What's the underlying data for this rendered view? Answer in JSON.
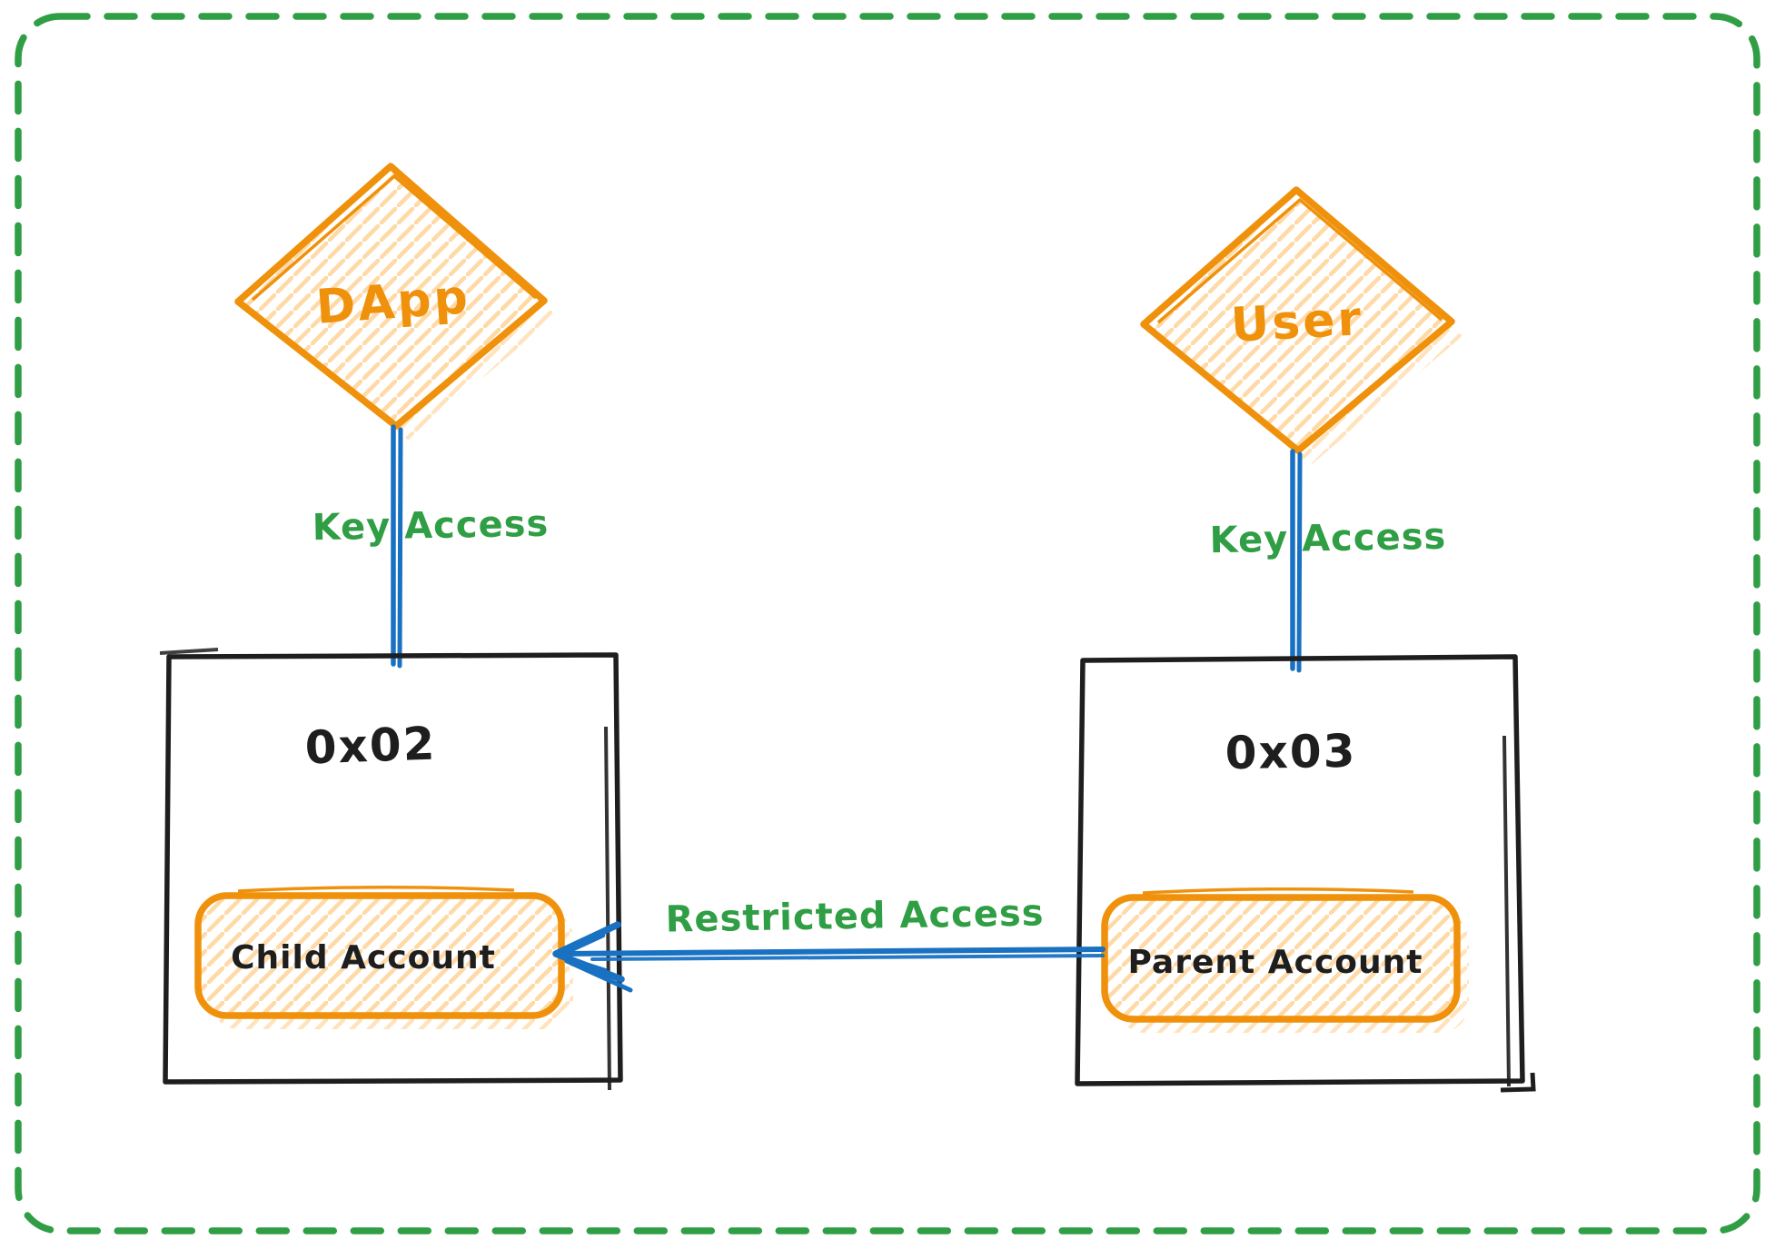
{
  "diagram": {
    "title": "account-key-access-diagram",
    "nodes": {
      "dapp": {
        "label": "DApp",
        "shape": "diamond"
      },
      "user": {
        "label": "User",
        "shape": "diamond"
      },
      "child_wallet": {
        "label": "0x02",
        "shape": "rectangle"
      },
      "parent_wallet": {
        "label": "0x03",
        "shape": "rectangle"
      },
      "child_account": {
        "label": "Child Account",
        "shape": "rounded-rectangle"
      },
      "parent_account": {
        "label": "Parent Account",
        "shape": "rounded-rectangle"
      }
    },
    "edges": {
      "dapp_to_child_wallet": {
        "label": "Key Access",
        "from": "dapp",
        "to": "child_wallet"
      },
      "user_to_parent_wallet": {
        "label": "Key Access",
        "from": "user",
        "to": "parent_wallet"
      },
      "parent_to_child_account": {
        "label": "Restricted Access",
        "from": "parent_account",
        "to": "child_account",
        "direction": "right-to-left"
      }
    },
    "colors": {
      "accent_green": "#2f9e44",
      "accent_orange": "#f0910c",
      "orange_hatch": "#ffd9a6",
      "accent_blue": "#1971c2",
      "ink_black": "#1e1e1e"
    }
  }
}
